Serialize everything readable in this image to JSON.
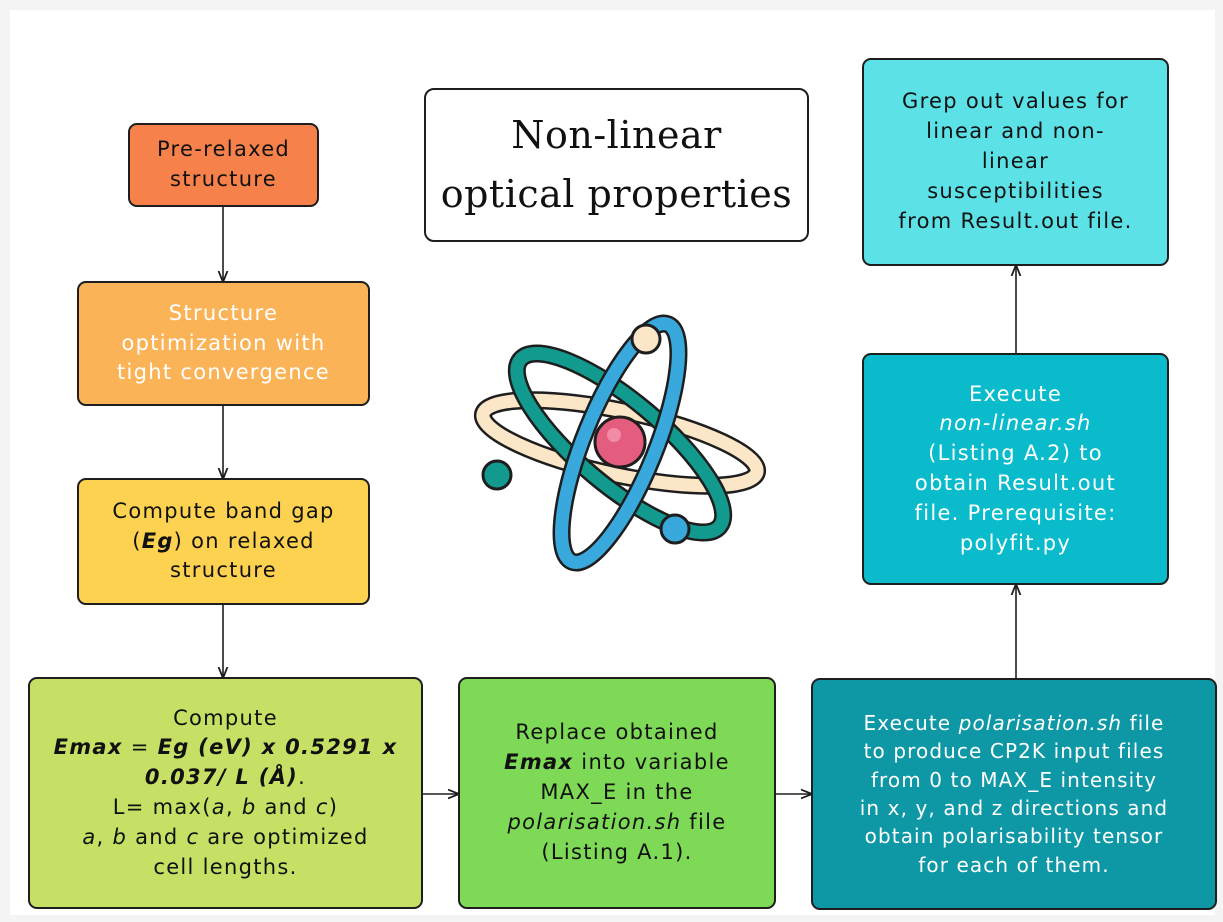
{
  "title": {
    "line1": "Non-linear",
    "line2": "optical properties"
  },
  "colors": {
    "step1": "#f7814a",
    "step2": "#fbb358",
    "step3": "#fdd250",
    "step4": "#c5e064",
    "step5": "#7ed957",
    "step6": "#0e98a5",
    "step7": "#0abccb",
    "step8": "#5ce1e6"
  },
  "steps": {
    "pre_relaxed": {
      "line1": "Pre-relaxed",
      "line2": "structure"
    },
    "optimization": {
      "line1": "Structure",
      "line2": "optimization with",
      "line3": "tight convergence"
    },
    "band_gap": {
      "line1": "Compute band gap",
      "line2_pre": "(",
      "line2_eg": "Eg",
      "line2_post": ") on relaxed",
      "line3": "structure"
    },
    "emax": {
      "line1": "Compute",
      "line2_a": "Emax",
      "line2_b": " = ",
      "line2_c": "Eg (eV) x 0.5291 x",
      "line3": "0.037/ L (Å)",
      "line3_end": ".",
      "line4_pre": "L= max(",
      "line4_a": "a",
      "line4_sep1": ", ",
      "line4_b": "b",
      "line4_mid": " and ",
      "line4_c": "c",
      "line4_end": ")",
      "line5_a": "a",
      "line5_sep": ", ",
      "line5_b": "b",
      "line5_mid": " and ",
      "line5_c": "c",
      "line5_end": " are optimized",
      "line6": "cell lengths."
    },
    "replace": {
      "line1": "Replace obtained",
      "line2_a": "Emax",
      "line2_b": " into variable",
      "line3": "MAX_E in the",
      "line4_a": "polarisation.sh",
      "line4_b": " file",
      "line5": "(Listing A.1)."
    },
    "polarisation": {
      "line1_a": "Execute ",
      "line1_b": "polarisation.sh",
      "line1_c": " file",
      "line2": "to produce CP2K input files",
      "line3": "from 0 to MAX_E intensity",
      "line4": "in x, y, and z directions and",
      "line5": "obtain polarisability tensor",
      "line6": "for each of them."
    },
    "nonlinear": {
      "line1": "Execute",
      "line2": "non-linear.sh",
      "line3": "(Listing A.2) to",
      "line4": "obtain Result.out",
      "line5": "file. Prerequisite:",
      "line6": "polyfit.py"
    },
    "grep": {
      "line1": "Grep out values for",
      "line2": "linear and non-",
      "line3": "linear",
      "line4": "susceptibilities",
      "line5": "from Result.out file."
    }
  },
  "atom_icon": {
    "icon": "atom-icon",
    "nucleus": "#e45c7e",
    "orbit_blue": "#39a9dd",
    "orbit_green": "#129a8e",
    "orbit_cream": "#fbe6c7"
  }
}
